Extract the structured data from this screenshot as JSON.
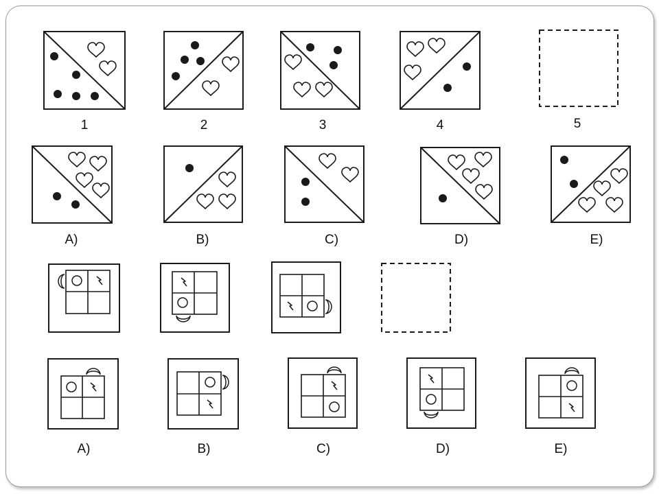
{
  "puzzle1": {
    "sequence_labels": [
      "1",
      "2",
      "3",
      "4",
      "5"
    ],
    "option_labels": [
      "A)",
      "B)",
      "C)",
      "D)",
      "E)"
    ]
  },
  "puzzle2": {
    "option_labels": [
      "A)",
      "B)",
      "C)",
      "D)",
      "E)"
    ]
  },
  "colors": {
    "ink": "#1a1a1a",
    "frame": "#9a9a9a"
  }
}
